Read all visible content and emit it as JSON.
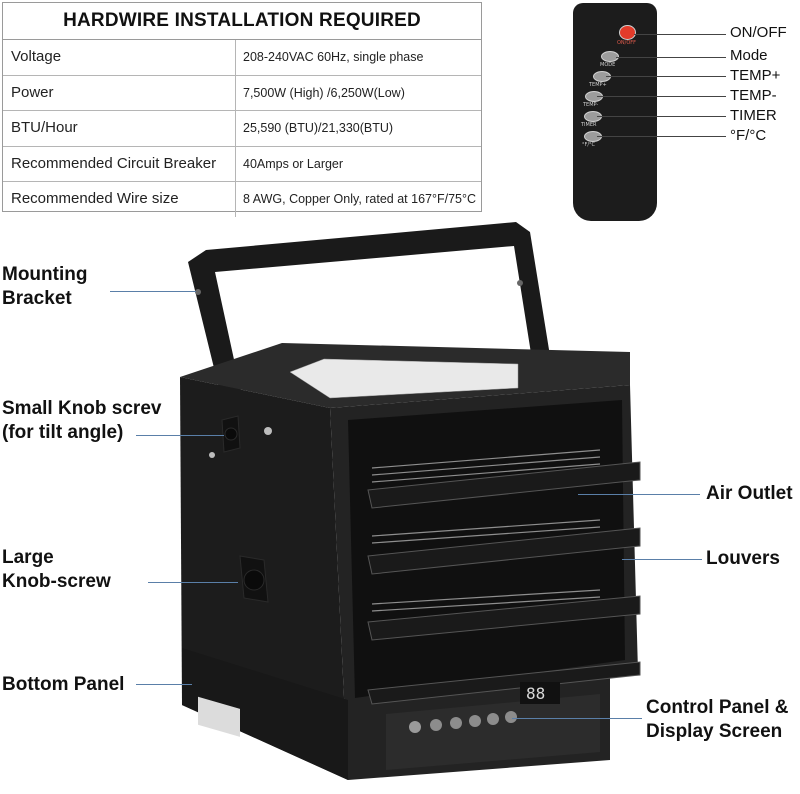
{
  "spec_table": {
    "title": "HARDWIRE INSTALLATION REQUIRED",
    "rows": [
      {
        "key": "Voltage",
        "value": "208-240VAC 60Hz, single phase"
      },
      {
        "key": "Power",
        "value": "7,500W (High) /6,250W(Low)"
      },
      {
        "key": "BTU/Hour",
        "value": "25,590 (BTU)/21,330(BTU)"
      },
      {
        "key": "Recommended Circuit Breaker",
        "value": "40Amps or Larger"
      },
      {
        "key": "Recommended Wire size",
        "value": "8 AWG, Copper Only, rated at 167°F/75°C"
      }
    ]
  },
  "remote": {
    "button_labels": [
      "ON/OFF",
      "MODE",
      "TEMP+",
      "TEMP-",
      "TIMER",
      "°F/°C"
    ],
    "callouts": [
      "ON/OFF",
      "Mode",
      "TEMP+",
      "TEMP-",
      "TIMER",
      "°F/°C"
    ]
  },
  "heater_callouts": {
    "mounting_bracket": [
      "Mounting",
      "Bracket"
    ],
    "small_knob": [
      "Small Knob screv",
      "(for tilt angle)"
    ],
    "large_knob": [
      "Large",
      "Knob-screw"
    ],
    "bottom_panel": "Bottom Panel",
    "air_outlet": "Air Outlet",
    "louvers": "Louvers",
    "control_panel": [
      "Control Panel &",
      "Display Screen"
    ]
  },
  "display_readout": "88",
  "colors": {
    "body": "#1e1e1e",
    "panel": "#2a2a2a",
    "pointer": "#5a7fa8",
    "power_button": "#e23b2a"
  }
}
